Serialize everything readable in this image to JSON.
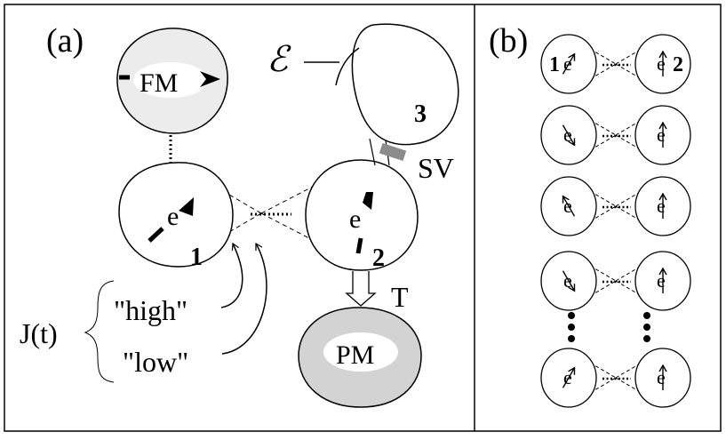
{
  "panel_a": {
    "label": "(a)",
    "fm_label": "FM",
    "pm_label": "PM",
    "electron": "e",
    "dot1_label": "1",
    "dot2_label": "2",
    "dot3_label": "3",
    "emf_label": "ℰ",
    "sv_label": "SV",
    "t_label": "T",
    "j_label": "J(t)",
    "high_label": "\"high\"",
    "low_label": "\"low\""
  },
  "panel_b": {
    "label": "(b)",
    "electron": "e",
    "dot1_label": "1",
    "dot2_label": "2"
  },
  "colors": {
    "lead_fill": "#ececec",
    "pm_fill": "#d3d3d3",
    "sv_gate": "#8c8c8c",
    "stroke": "#000000"
  }
}
